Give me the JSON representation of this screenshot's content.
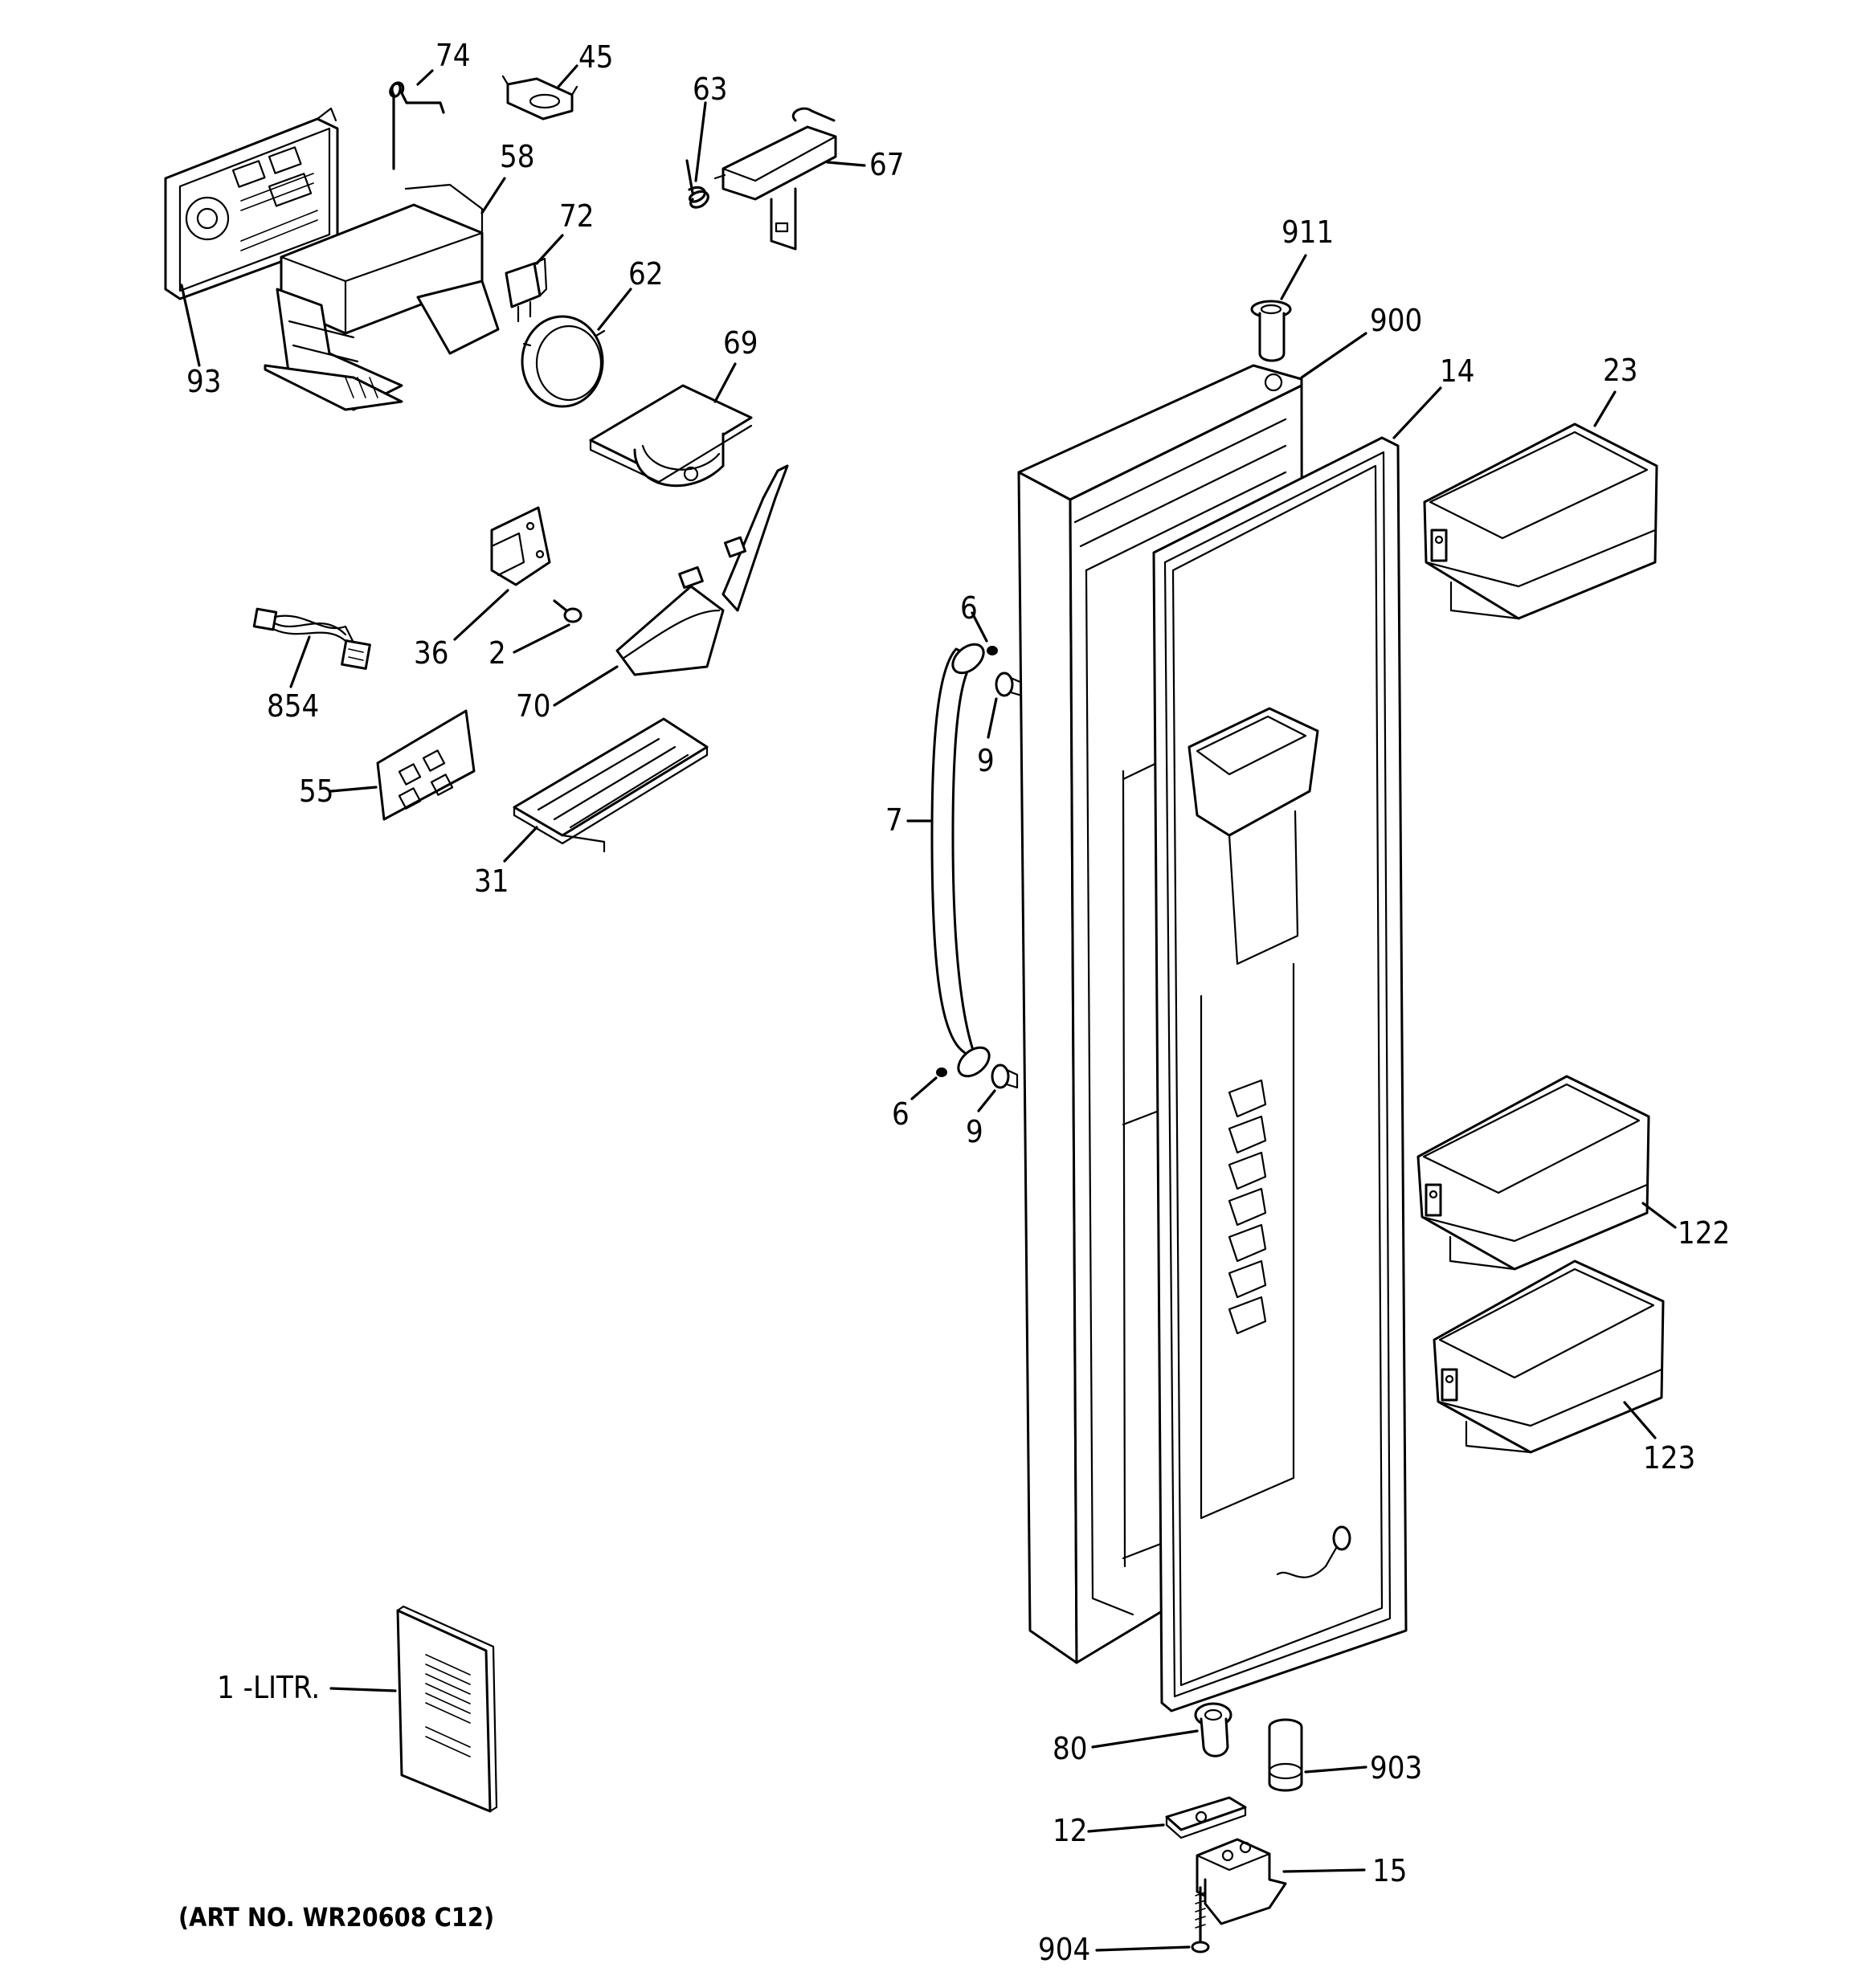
{
  "art_number": "(ART NO. WR20608 C12)",
  "callouts": [
    {
      "id": "74",
      "label": "74"
    },
    {
      "id": "45",
      "label": "45"
    },
    {
      "id": "63",
      "label": "63"
    },
    {
      "id": "67",
      "label": "67"
    },
    {
      "id": "58",
      "label": "58"
    },
    {
      "id": "72",
      "label": "72"
    },
    {
      "id": "62",
      "label": "62"
    },
    {
      "id": "93",
      "label": "93"
    },
    {
      "id": "69",
      "label": "69"
    },
    {
      "id": "911",
      "label": "911"
    },
    {
      "id": "900",
      "label": "900"
    },
    {
      "id": "14",
      "label": "14"
    },
    {
      "id": "23",
      "label": "23"
    },
    {
      "id": "36",
      "label": "36"
    },
    {
      "id": "2",
      "label": "2"
    },
    {
      "id": "854",
      "label": "854"
    },
    {
      "id": "70",
      "label": "70"
    },
    {
      "id": "6a",
      "label": "6"
    },
    {
      "id": "9a",
      "label": "9"
    },
    {
      "id": "55",
      "label": "55"
    },
    {
      "id": "31",
      "label": "31"
    },
    {
      "id": "7",
      "label": "7"
    },
    {
      "id": "6b",
      "label": "6"
    },
    {
      "id": "9b",
      "label": "9"
    },
    {
      "id": "122",
      "label": "122"
    },
    {
      "id": "123",
      "label": "123"
    },
    {
      "id": "1-litr",
      "label": "1 -LITR."
    },
    {
      "id": "80",
      "label": "80"
    },
    {
      "id": "903",
      "label": "903"
    },
    {
      "id": "12",
      "label": "12"
    },
    {
      "id": "15",
      "label": "15"
    },
    {
      "id": "904",
      "label": "904"
    }
  ]
}
